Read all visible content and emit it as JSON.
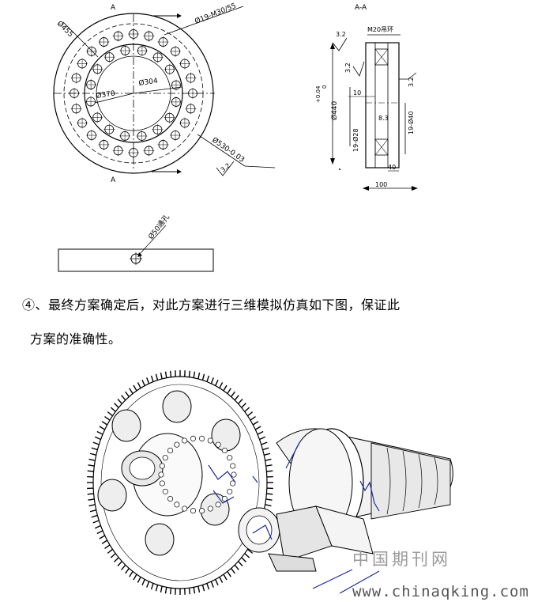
{
  "drawing_top": {
    "view_label_a": "A",
    "section_title": "A-A",
    "dim_d455": "Ø455",
    "dim_bolt_holes": "Ø19-M30/55",
    "dim_d370": "Ø370",
    "dim_d304": "Ø304",
    "dim_d530": "Ø530-0.03",
    "roughness": "3.2",
    "sec_top_label": "M20吊环",
    "sec_d440": "Ø440",
    "sec_tol_upper": "+0.04",
    "sec_tol_lower": "0",
    "sec_dim_10": "10",
    "sec_dim_28": "19-Ø28",
    "sec_dim_83": "8.3",
    "sec_dim_40h": "19-Ø40",
    "sec_dim_40": "40",
    "sec_dim_100": "100"
  },
  "drawing_small": {
    "hole_label": "Ø50通孔"
  },
  "paragraph": {
    "line1": "④、最终方案确定后，对此方案进行三维模拟仿真如下图，保证此",
    "line2": "方案的准确性。"
  },
  "watermark": {
    "site_name": "中国期刊网",
    "url": "www.chinaqking.com"
  },
  "colors": {
    "ink": "#000000",
    "annotation_blue": "#1a2a9a",
    "watermark_gray": "#9a9a9a"
  }
}
